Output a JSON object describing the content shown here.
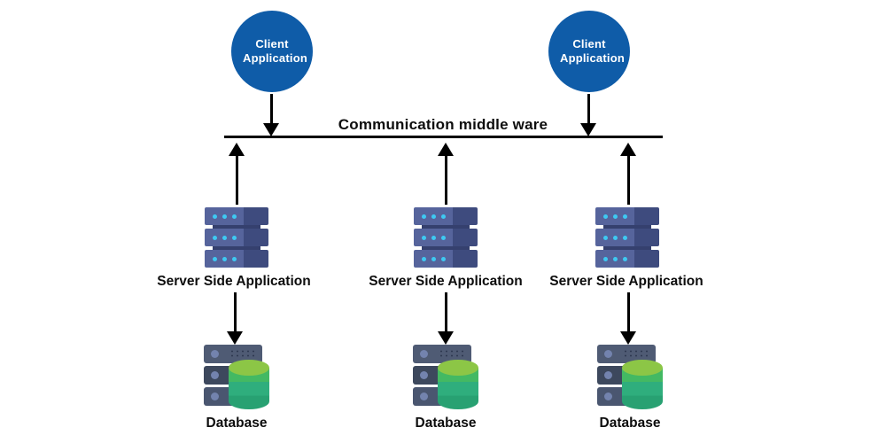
{
  "diagram": {
    "middleware_label": "Communication middle ware",
    "clients": [
      {
        "label": "Client Application"
      },
      {
        "label": "Client Application"
      }
    ],
    "servers": [
      {
        "label": "Server Side Application"
      },
      {
        "label": "Server Side Application"
      },
      {
        "label": "Server Side Application"
      }
    ],
    "databases": [
      {
        "label": "Database"
      },
      {
        "label": "Database"
      },
      {
        "label": "Database"
      }
    ],
    "icons": {
      "client": "client-circle",
      "server": "server-stack-icon",
      "database": "database-cylinder-icon"
    },
    "colors": {
      "client_circle": "#0f5ca8",
      "client_text": "#ffffff",
      "server_slab_left": "#56649c",
      "server_slab_right": "#3e4b7e",
      "server_dot": "#3ec9f2",
      "db_slab_light": "#4f5b74",
      "db_slab_dark": "#3d485d",
      "db_dot": "#7383ae",
      "db_cylinder_top": "#8cc646",
      "db_cylinder_band1": "#43b963",
      "db_cylinder_band2": "#2fae7d",
      "db_cylinder_band3": "#28a172",
      "arrow": "#000000",
      "label_text": "#0d0d0d",
      "background": "#ffffff"
    }
  }
}
